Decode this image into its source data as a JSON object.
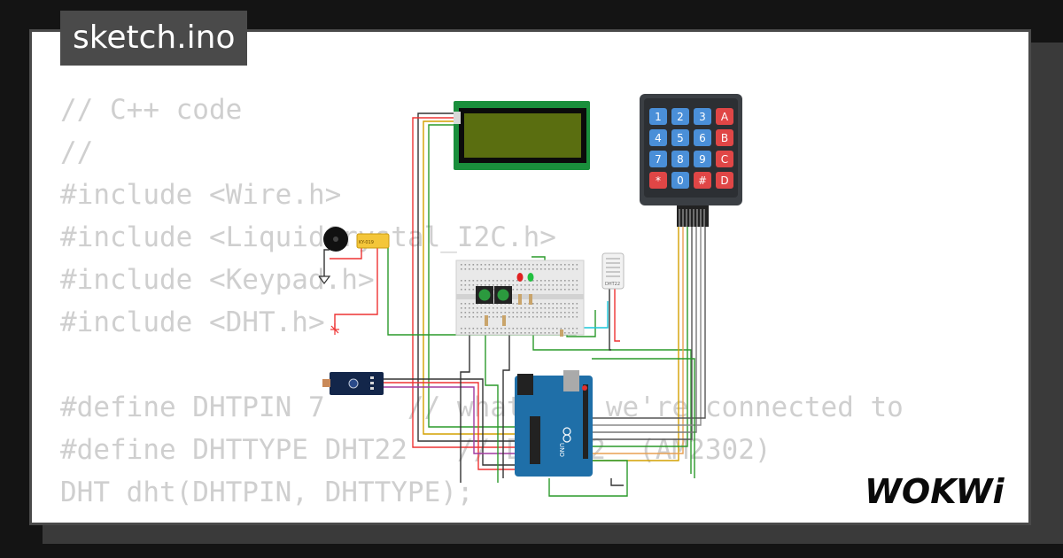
{
  "tab": {
    "filename": "sketch.ino"
  },
  "code_lines": [
    "// C++ code",
    "//",
    "#include <Wire.h>",
    "#include <LiquidCrystal_I2C.h>",
    "#include <Keypad.h>",
    "#include <DHT.h>",
    "",
    "#define DHTPIN 7     // what pin we're connected to",
    "#define DHTTYPE DHT22   // DHT 22  (AM2302)",
    "DHT dht(DHTPIN, DHTTYPE);"
  ],
  "keypad": {
    "keys": [
      [
        "1",
        "2",
        "3",
        "A"
      ],
      [
        "4",
        "5",
        "6",
        "B"
      ],
      [
        "7",
        "8",
        "9",
        "C"
      ],
      [
        "*",
        "0",
        "#",
        "D"
      ]
    ]
  },
  "components": {
    "arduino_label": "UNO",
    "dht_label": "DHT22",
    "relay_label": "KY-019"
  },
  "brand": {
    "logo_text": "WOKWi"
  },
  "colors": {
    "background": "#141414",
    "card": "#ffffff",
    "tab": "#4a4a4a",
    "code_text": "#cfcfcf",
    "arduino": "#1f6fa8",
    "lcd_board": "#1a8f3c",
    "lcd_screen": "#5a6e10",
    "keypad_body": "#3b3f44",
    "key_blue": "#4a8fd8",
    "key_red": "#e04646"
  }
}
